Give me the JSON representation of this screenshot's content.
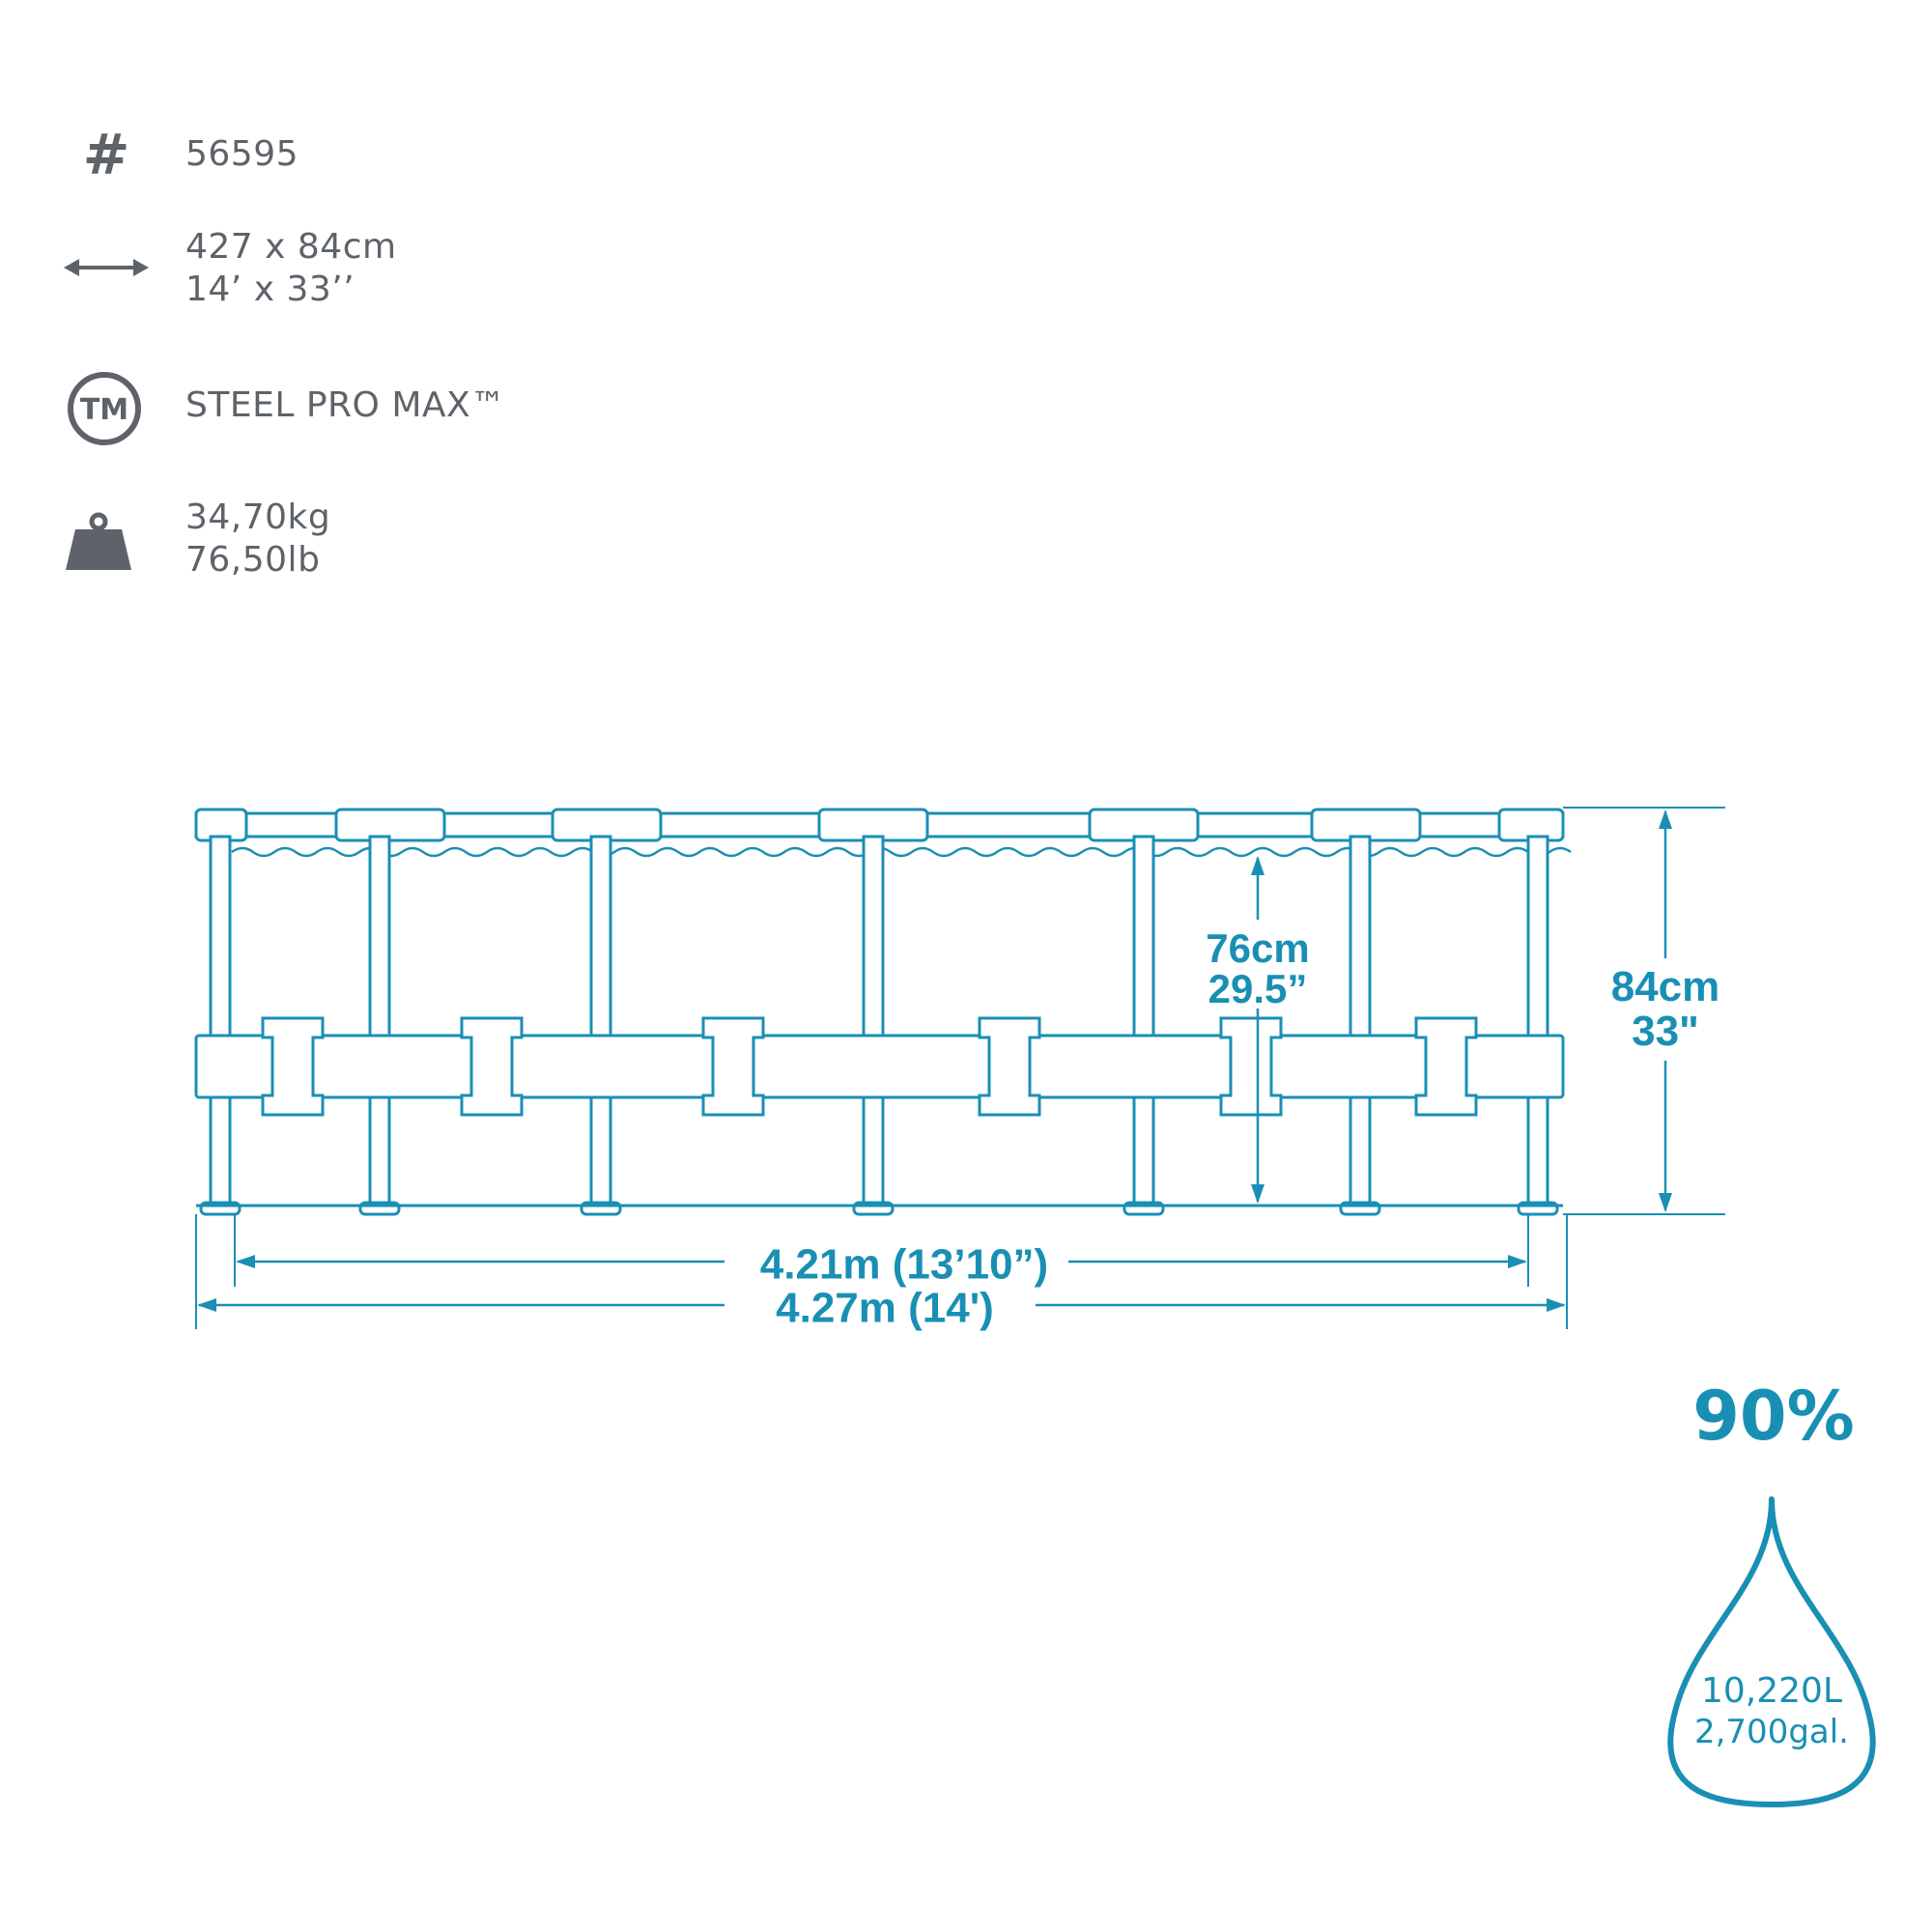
{
  "specs": {
    "model_number": "56595",
    "size_metric": "427 x 84cm",
    "size_imperial": "14’ x 33’’",
    "product_line": "STEEL PRO MAX™",
    "weight_kg": "34,70kg",
    "weight_lb": "76,50lb",
    "icons": [
      "hash-icon",
      "double-arrow-icon",
      "trademark-icon",
      "weight-icon"
    ],
    "icon_labels": {
      "hash": "#",
      "trademark": "TM"
    }
  },
  "dimensions": {
    "water_height_cm": "76cm",
    "water_height_in": "29.5”",
    "pool_height_cm": "84cm",
    "pool_height_in": "33\"",
    "inner_width": "4.21m (13’10”)",
    "outer_width": "4.27m (14')"
  },
  "capacity": {
    "fill_percent": "90%",
    "liters": "10,220L",
    "gallons": "2,700gal."
  },
  "colors": {
    "accent": "#1a8fb4",
    "icon_gray": "#5e6369",
    "text_gray": "#5e6369"
  }
}
